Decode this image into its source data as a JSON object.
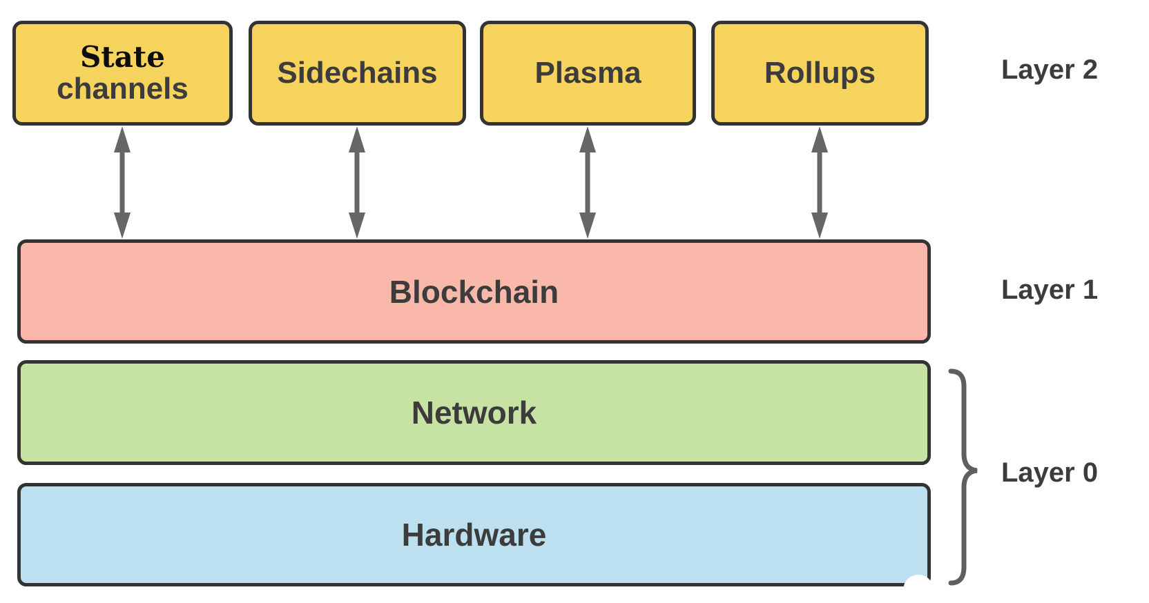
{
  "colors": {
    "layer2_box_fill": "#f5d35c",
    "layer1_bar_fill": "#f9b8aa",
    "network_bar_fill": "#c6e3a4",
    "hardware_bar_fill": "#bde0f1",
    "border": "#333333",
    "connector_gray": "#666666",
    "label_text": "#3c3c3c"
  },
  "layer2": {
    "label": "Layer 2",
    "boxes": [
      {
        "line1": "State",
        "line2": "channels"
      },
      {
        "label": "Sidechains"
      },
      {
        "label": "Plasma"
      },
      {
        "label": "Rollups"
      }
    ]
  },
  "layer1": {
    "label": "Layer 1",
    "bar": {
      "label": "Blockchain"
    }
  },
  "layer0": {
    "label": "Layer 0",
    "bars": [
      {
        "label": "Network"
      },
      {
        "label": "Hardware"
      }
    ]
  }
}
